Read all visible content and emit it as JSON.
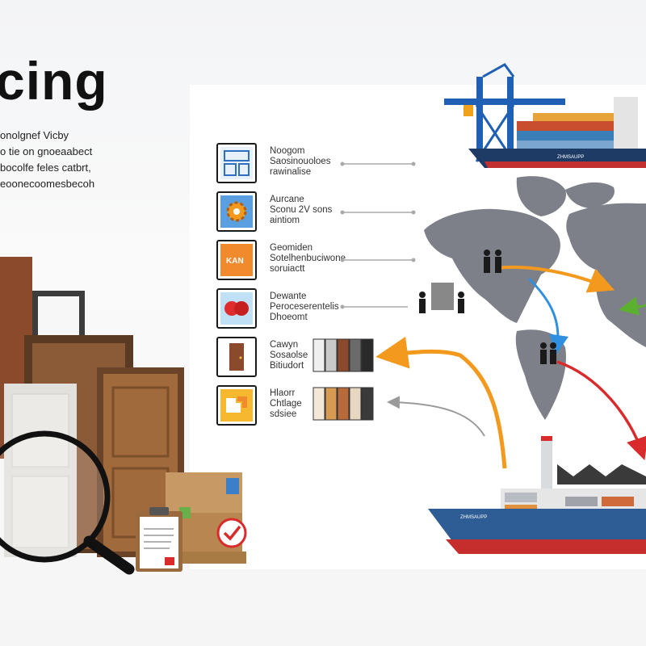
{
  "header": {
    "title": "cing",
    "intro_lines": [
      "onolgnef Vicby",
      "o tie on gnoeaabect",
      "bocolfe feles catbrt,",
      "eoonecoomesbecoh"
    ]
  },
  "process_steps": [
    {
      "icon": "blueprint-icon",
      "lines": [
        "Noogom",
        "Saosinouoloes",
        "rawinalise"
      ]
    },
    {
      "icon": "gear-icon",
      "lines": [
        "Aurcane",
        "Sconu 2V sons",
        "aintiom"
      ]
    },
    {
      "icon": "tag-icon",
      "tag_text": "KAN",
      "lines": [
        "Geomiden",
        "Sotelhenbuciwone",
        "soruiactt"
      ]
    },
    {
      "icon": "handshake-icon",
      "lines": [
        "Dewante",
        "Peroceserentelis",
        "Dhoeomt"
      ]
    },
    {
      "icon": "door-icon",
      "lines": [
        "Cawyn",
        "Sosaolse",
        "Bitiudort"
      ]
    },
    {
      "icon": "puzzle-icon",
      "lines": [
        "Hlaorr",
        "Chtlage",
        "sdsiee"
      ]
    }
  ],
  "ship_label": "ZHMSAUPP",
  "colors": {
    "orange": "#f39a1e",
    "blue": "#2f8fe0",
    "red": "#d92b2b",
    "green": "#5cb030",
    "map": "#7d8088",
    "ship_hull": "#2d5d94"
  }
}
